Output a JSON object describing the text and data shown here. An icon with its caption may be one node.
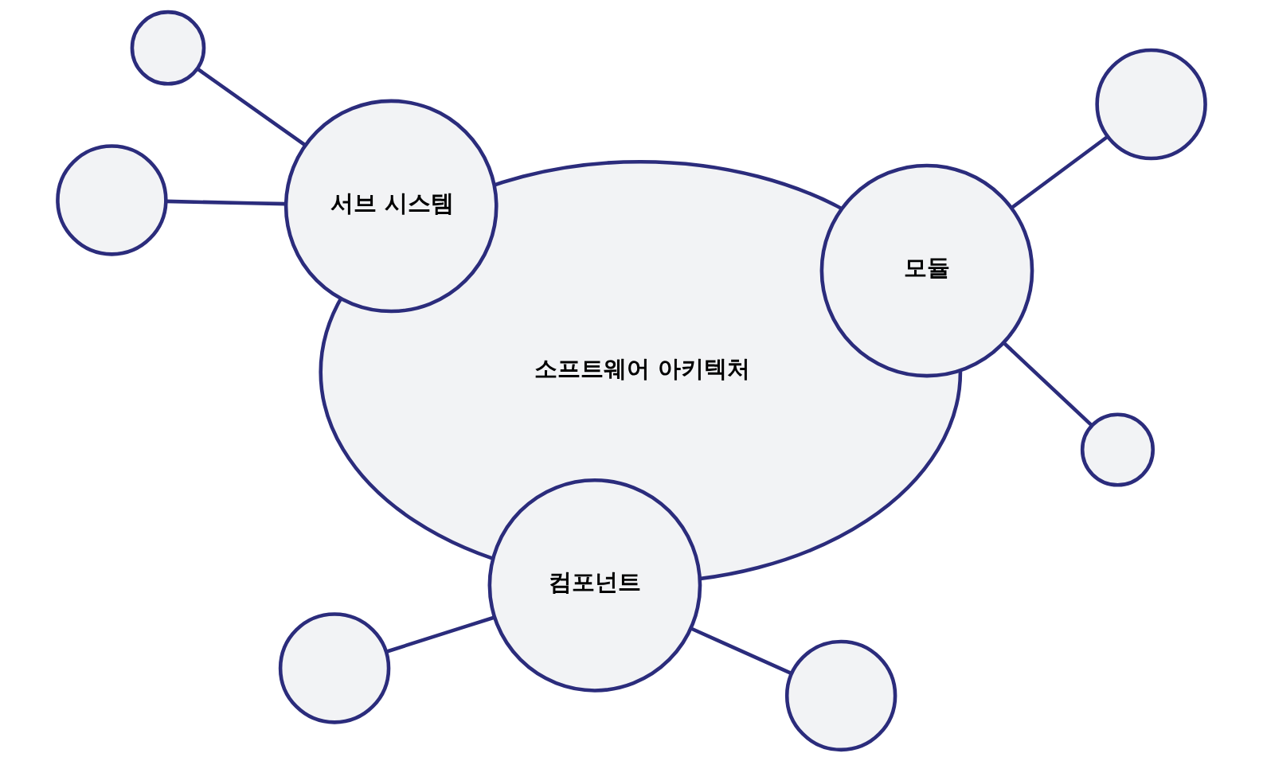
{
  "diagram": {
    "nodes": [
      {
        "text": [
          "소프트웨어 아키텍처"
        ]
      },
      {
        "text": [
          "서브 시스템"
        ]
      },
      {
        "text": [
          "모듈"
        ]
      },
      {
        "text": [
          "컴포넌트"
        ]
      },
      {
        "text": [],
        "shape": "circle"
      },
      {
        "text": [],
        "shape": "circle"
      },
      {
        "text": [],
        "shape": "circle"
      },
      {
        "text": [],
        "shape": "circle"
      },
      {
        "text": [],
        "shape": "circle"
      },
      {
        "text": [],
        "shape": "circle"
      }
    ],
    "edges": [
      {
        "from": 1,
        "to": 4,
        "arrow": "none"
      },
      {
        "from": 1,
        "to": 5,
        "arrow": "none"
      },
      {
        "from": 2,
        "to": 9,
        "arrow": "none"
      },
      {
        "from": 2,
        "to": 8,
        "arrow": "none"
      },
      {
        "from": 3,
        "to": 6,
        "arrow": "none"
      },
      {
        "from": 3,
        "to": 7,
        "arrow": "none"
      }
    ]
  }
}
